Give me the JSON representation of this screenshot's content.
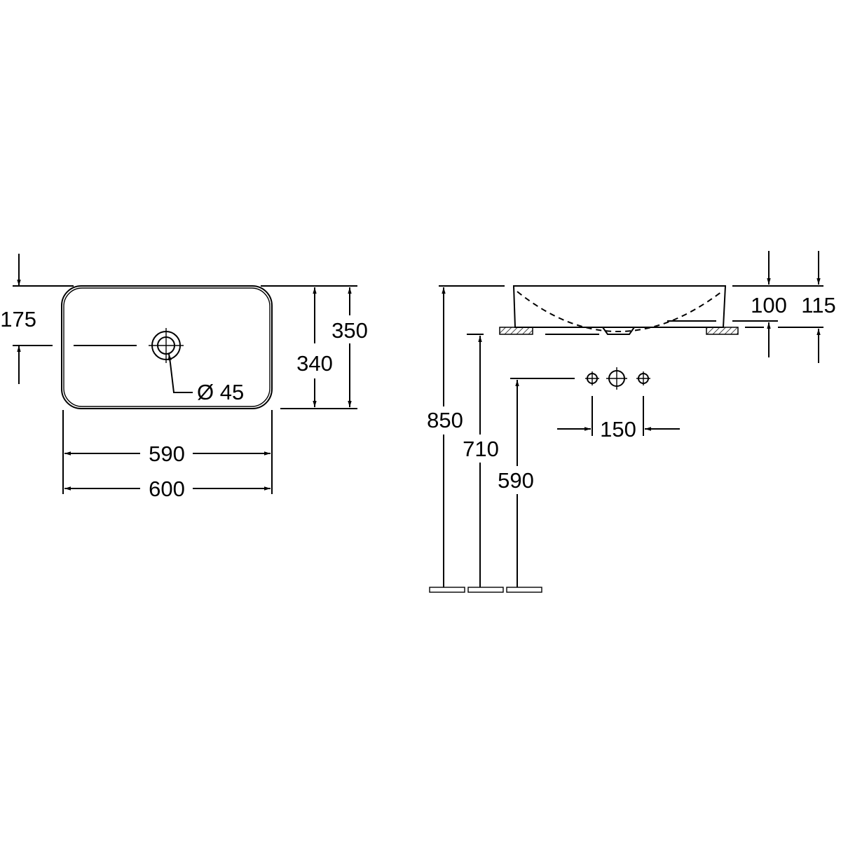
{
  "top_view": {
    "offset_175": "175",
    "drain_diameter": "Ø 45",
    "inner_depth_340": "340",
    "outer_depth_350": "350",
    "inner_width_590": "590",
    "outer_width_600": "600"
  },
  "side_view": {
    "height_850": "850",
    "height_710": "710",
    "height_590": "590",
    "tap_spacing_150": "150",
    "basin_height_100": "100",
    "total_height_115": "115"
  }
}
